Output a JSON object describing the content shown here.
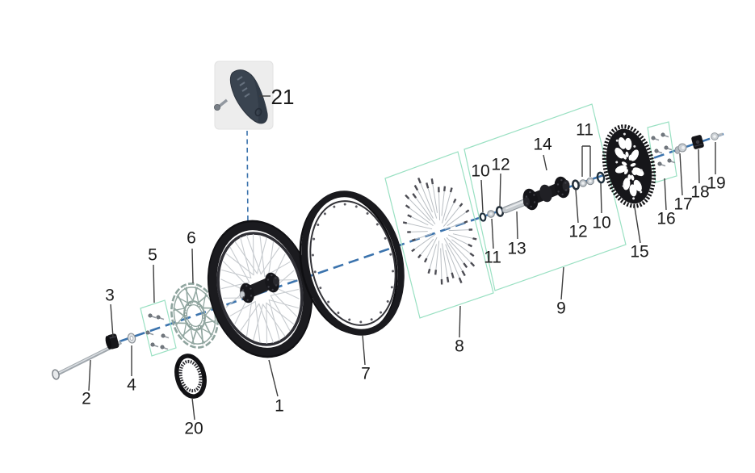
{
  "colors": {
    "background": "#ffffff",
    "axis_line": "#3b73ad",
    "box_border": "#99e0c2",
    "leader_line": "#3d3d3d",
    "label_text": "#1a1a1a",
    "part_black": "#1a1a1e",
    "spoke_silver": "#c7cbcf",
    "disc_gray": "#93a8a2",
    "rimlock_navy": "#3a4450"
  },
  "labels": {
    "p1": "1",
    "p2": "2",
    "p3": "3",
    "p4": "4",
    "p5": "5",
    "p6": "6",
    "p7": "7",
    "p8": "8",
    "p9": "9",
    "p10a": "10",
    "p10b": "10",
    "p11a": "11",
    "p11b": "11",
    "p12a": "12",
    "p12b": "12",
    "p13": "13",
    "p14": "14",
    "p15": "15",
    "p16": "16",
    "p17": "17",
    "p18": "18",
    "p19": "19",
    "p20": "20",
    "p21": "21"
  }
}
